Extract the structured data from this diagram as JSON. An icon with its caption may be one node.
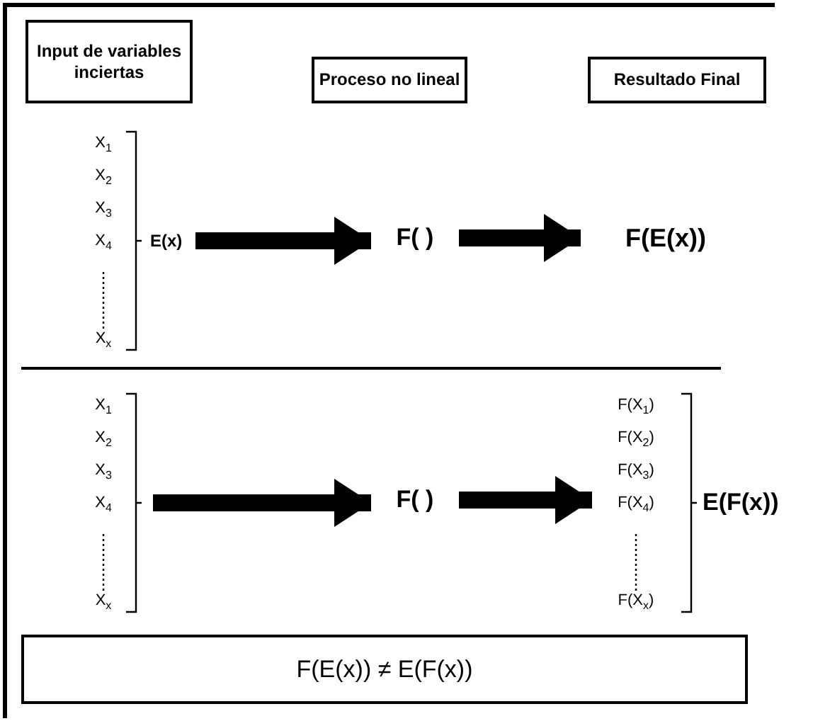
{
  "diagram": {
    "nodes": [
      {
        "text": [
          "Input de variables inciertas"
        ]
      },
      {
        "text": [
          "Proceso no lineal"
        ]
      },
      {
        "text": [
          "Resultado Final"
        ]
      },
      {
        "text": [
          "X$_{1}$",
          "X$_{2}$",
          "X$_{3}$",
          "X$_{4}$",
          "X$_{x}$",
          "E(x)"
        ]
      },
      {
        "text": [
          "F( )"
        ]
      },
      {
        "text": [
          "F(E(x))"
        ]
      },
      {
        "text": [
          "X$_{1}$",
          "X$_{2}$",
          "X$_{3}$",
          "X$_{4}$",
          "X$_{x}$"
        ]
      },
      {
        "text": [
          "F( )"
        ]
      },
      {
        "text": [
          "F(X$_{1}$)",
          "F(X$_{2}$)",
          "F(X$_{3}$)",
          "F(X$_{4}$)",
          "F(X$_{x}$)",
          "E(F(x))"
        ]
      },
      {
        "text": [
          "F(E(x)) ≠ E(F(x))"
        ]
      }
    ],
    "edges": [
      {
        "from": 3,
        "to": 4,
        "arrow": "to"
      },
      {
        "from": 4,
        "to": 5,
        "arrow": "to"
      },
      {
        "from": 6,
        "to": 7,
        "arrow": "to"
      },
      {
        "from": 7,
        "to": 8,
        "arrow": "to"
      }
    ]
  }
}
